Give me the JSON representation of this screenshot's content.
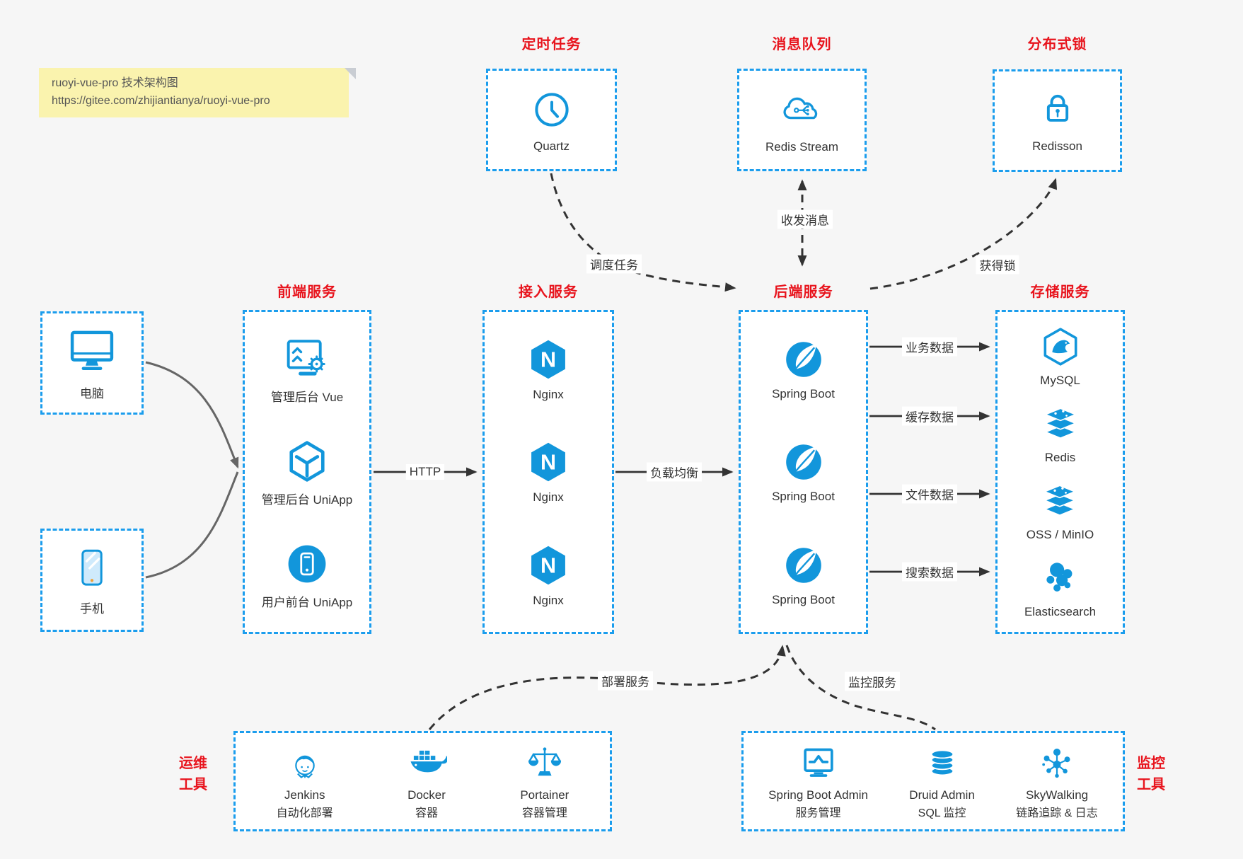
{
  "note": {
    "line1": "ruoyi-vue-pro 技术架构图",
    "line2": "https://gitee.com/zhijiantianya/ruoyi-vue-pro"
  },
  "colors": {
    "border_blue": "#1b9ded",
    "icon_blue": "#1296db",
    "title_red": "#e8141d",
    "arrow_dark": "#333333",
    "arrow_gray": "#666666",
    "note_bg": "#faf3ae",
    "canvas_bg": "#f6f6f6"
  },
  "top_services": [
    {
      "title": "定时任务",
      "label": "Quartz",
      "icon": "clock-icon"
    },
    {
      "title": "消息队列",
      "label": "Redis Stream",
      "icon": "cloud-mq-icon"
    },
    {
      "title": "分布式锁",
      "label": "Redisson",
      "icon": "lock-icon"
    }
  ],
  "clients": [
    {
      "label": "电脑",
      "icon": "desktop-icon"
    },
    {
      "label": "手机",
      "icon": "phone-icon"
    }
  ],
  "frontend": {
    "title": "前端服务",
    "items": [
      {
        "label": "管理后台 Vue",
        "icon": "admin-vue-icon"
      },
      {
        "label": "管理后台 UniApp",
        "icon": "uniapp-cube-icon"
      },
      {
        "label": "用户前台 UniApp",
        "icon": "user-uniapp-icon"
      }
    ]
  },
  "gateway": {
    "title": "接入服务",
    "items": [
      {
        "label": "Nginx",
        "icon": "nginx-icon"
      },
      {
        "label": "Nginx",
        "icon": "nginx-icon"
      },
      {
        "label": "Nginx",
        "icon": "nginx-icon"
      }
    ]
  },
  "backend": {
    "title": "后端服务",
    "items": [
      {
        "label": "Spring Boot",
        "icon": "spring-boot-icon"
      },
      {
        "label": "Spring Boot",
        "icon": "spring-boot-icon"
      },
      {
        "label": "Spring Boot",
        "icon": "spring-boot-icon"
      }
    ]
  },
  "storage": {
    "title": "存储服务",
    "items": [
      {
        "label": "MySQL",
        "icon": "mysql-icon"
      },
      {
        "label": "Redis",
        "icon": "redis-stack-icon"
      },
      {
        "label": "OSS / MinIO",
        "icon": "oss-minio-icon"
      },
      {
        "label": "Elasticsearch",
        "icon": "elasticsearch-icon"
      }
    ]
  },
  "ops": {
    "title": "运维工具",
    "items": [
      {
        "name": "Jenkins",
        "desc": "自动化部署",
        "icon": "jenkins-icon"
      },
      {
        "name": "Docker",
        "desc": "容器",
        "icon": "docker-icon"
      },
      {
        "name": "Portainer",
        "desc": "容器管理",
        "icon": "portainer-icon"
      }
    ]
  },
  "monitoring": {
    "title": "监控工具",
    "items": [
      {
        "name": "Spring Boot Admin",
        "desc": "服务管理",
        "icon": "sba-monitor-icon"
      },
      {
        "name": "Druid Admin",
        "desc": "SQL 监控",
        "icon": "druid-db-icon"
      },
      {
        "name": "SkyWalking",
        "desc": "链路追踪 & 日志",
        "icon": "skywalking-icon"
      }
    ]
  },
  "edges": {
    "http": "HTTP",
    "load_balance": "负载均衡",
    "schedule": "调度任务",
    "message": "收发消息",
    "lock": "获得锁",
    "business_data": "业务数据",
    "cache_data": "缓存数据",
    "file_data": "文件数据",
    "search_data": "搜索数据",
    "deploy": "部署服务",
    "monitor": "监控服务"
  }
}
